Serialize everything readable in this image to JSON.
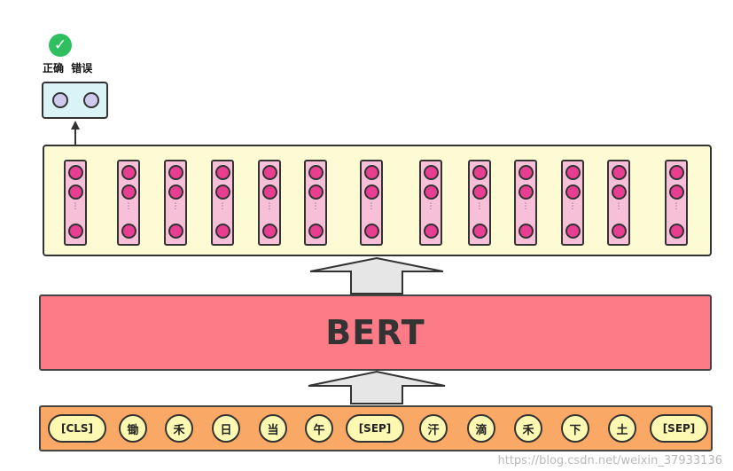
{
  "output_head": {
    "labels": [
      "正确",
      "错误"
    ],
    "check_icon": "✓",
    "icon_color": "#2fbf5f"
  },
  "embedding_layer": {
    "dots": "⋮"
  },
  "bert": {
    "label": "BERT",
    "color": "#fc7b87"
  },
  "input_tokens": [
    "[CLS]",
    "锄",
    "禾",
    "日",
    "当",
    "午",
    "[SEP]",
    "汗",
    "滴",
    "禾",
    "下",
    "土",
    "[SEP]"
  ],
  "watermark": "https://blog.csdn.net/weixin_37933136"
}
